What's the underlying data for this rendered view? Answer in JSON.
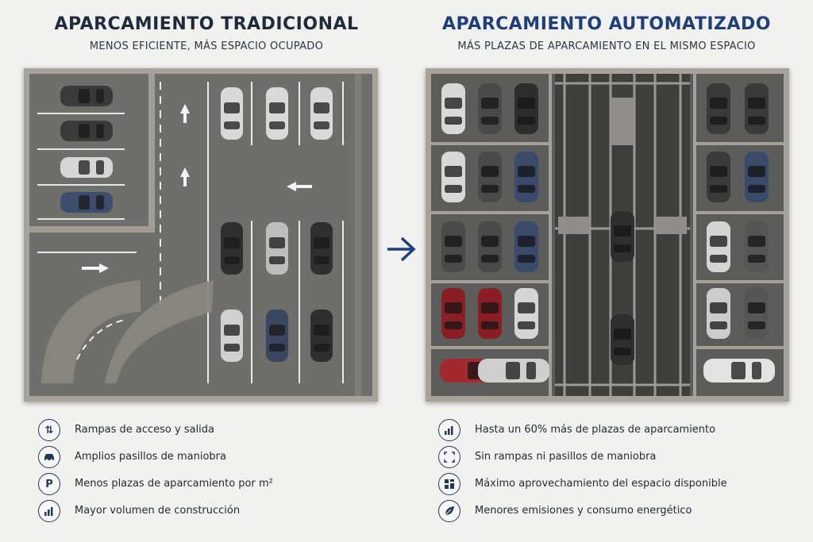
{
  "left": {
    "title": "APARCAMIENTO TRADICIONAL",
    "subtitle": "MENOS EFICIENTE, MÁS ESPACIO OCUPADO",
    "features": [
      {
        "icon": "up-down-arrows-icon",
        "text": "Rampas de acceso y salida"
      },
      {
        "icon": "car-icon",
        "text": "Amplios pasillos de maniobra"
      },
      {
        "icon": "parking-p-icon",
        "text": "Menos plazas de aparcamiento por m²"
      },
      {
        "icon": "bar-chart-icon",
        "text": "Mayor volumen de construcción"
      }
    ]
  },
  "right": {
    "title": "APARCAMIENTO AUTOMATIZADO",
    "subtitle": "MÁS PLAZAS DE APARCAMIENTO EN EL MISMO ESPACIO",
    "features": [
      {
        "icon": "bar-chart-icon",
        "text": "Hasta un 60% más de plazas de aparcamiento"
      },
      {
        "icon": "frame-corners-icon",
        "text": "Sin rampas ni pasillos de maniobra"
      },
      {
        "icon": "grid-blocks-icon",
        "text": "Máximo aprovechamiento del espacio disponible"
      },
      {
        "icon": "leaf-icon",
        "text": "Menores emisiones y consumo energético"
      }
    ]
  },
  "colors": {
    "title_left": "#1f2a3a",
    "title_right": "#1e3f7a",
    "arrow": "#1e3f7a",
    "icon_stroke": "#24385a"
  }
}
